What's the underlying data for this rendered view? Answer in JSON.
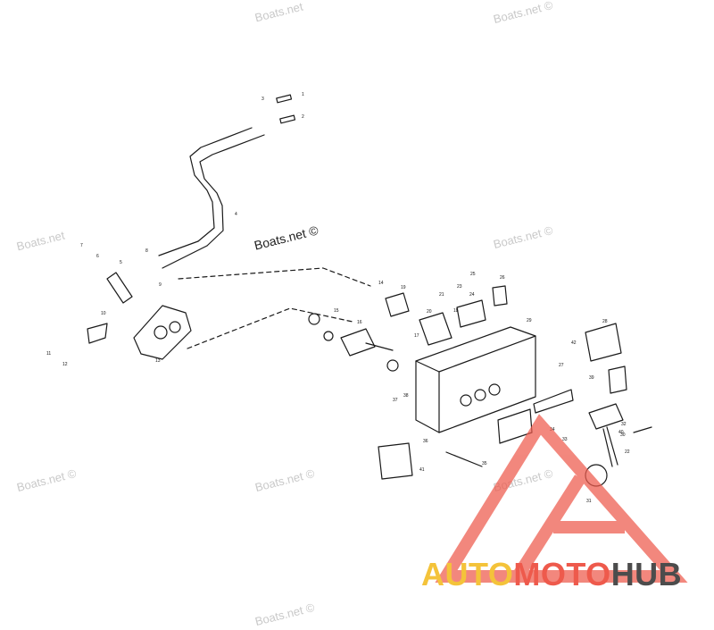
{
  "watermarks": [
    "Boats.net",
    "Boats.net ©",
    "Boats.net",
    "Boats.net ©",
    "Boats.net ©",
    "Boats.net ©",
    "Boats.net ©",
    "Boats.net ©"
  ],
  "watermark_main": "Boats.net ©",
  "logo": {
    "part1": "AUTO",
    "part2": "MOTO",
    "part3": "HUB"
  },
  "callouts": [
    "1",
    "2",
    "3",
    "4",
    "5",
    "6",
    "7",
    "8",
    "9",
    "10",
    "11",
    "12",
    "13",
    "14",
    "15",
    "16",
    "17",
    "18",
    "19",
    "20",
    "21",
    "22",
    "23",
    "24",
    "25",
    "26",
    "27",
    "28",
    "29",
    "30",
    "31",
    "32",
    "33",
    "34",
    "35",
    "36",
    "37",
    "38",
    "39",
    "40",
    "41",
    "42"
  ],
  "colors": {
    "line": "#1a1a1a",
    "logo_red": "#ee5a4c",
    "logo_yellow": "#f4c33a",
    "logo_gray": "#4c4c4c",
    "watermark": "#c9c9c9"
  }
}
